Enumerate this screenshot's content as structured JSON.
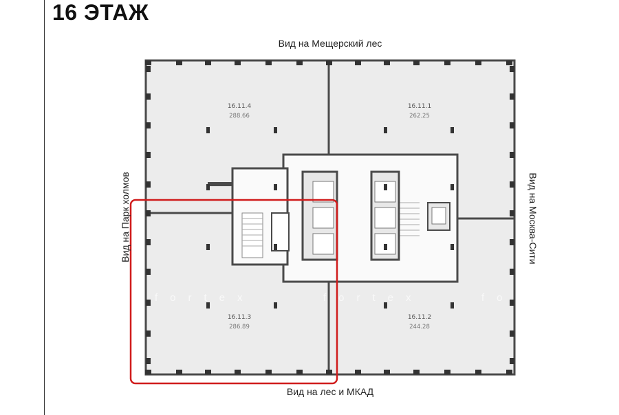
{
  "floor_title": "16 ЭТАЖ",
  "views": {
    "top": "Вид на Мещерский лес",
    "bottom": "Вид на лес и МКАД",
    "left": "Вид на Парк холмов",
    "right": "Вид на Москва-Сити"
  },
  "units": [
    {
      "id": "16.11.4",
      "area": "288.66"
    },
    {
      "id": "16.11.1",
      "area": "262.25"
    },
    {
      "id": "16.11.3",
      "area": "286.89"
    },
    {
      "id": "16.11.2",
      "area": "244.28"
    }
  ],
  "watermark": "fortex",
  "highlighted_unit": "16.11.3",
  "colors": {
    "highlight": "#d01c1c",
    "wall": "#4a4a4a",
    "floor": "#ececec"
  }
}
